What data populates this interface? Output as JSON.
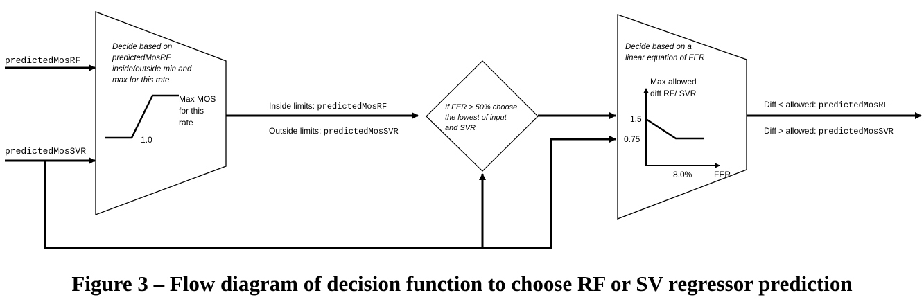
{
  "inputs": {
    "rf": "predictedMosRF",
    "svr": "predictedMosSVR"
  },
  "block1": {
    "lines": [
      "Decide based on",
      "predictedMosRF",
      "inside/outside min and",
      "max for this rate"
    ],
    "graph_label_lines": [
      "Max MOS",
      "for this",
      "rate"
    ],
    "graph_tick": "1.0"
  },
  "link1": {
    "inside_prefix": "Inside limits: ",
    "inside_value": "predictedMosRF",
    "outside_prefix": "Outside limits: ",
    "outside_value": "predictedMosSVR"
  },
  "decision": {
    "lines": [
      "If FER > 50% choose",
      "the lowest of input",
      "and SVR"
    ]
  },
  "block2": {
    "lines": [
      "Decide based on a",
      "linear equation of FER"
    ],
    "graph_ylabel_lines": [
      "Max allowed",
      "diff RF/ SVR"
    ],
    "graph_y_ticks": [
      "1.5",
      "0.75"
    ],
    "graph_x_tick": "8.0%",
    "graph_xlabel": "FER"
  },
  "outputs": {
    "less_prefix": "Diff < allowed: ",
    "less_value": "predictedMosRF",
    "greater_prefix": "Diff > allowed: ",
    "greater_value": "predictedMosSVR"
  },
  "caption": "Figure 3 – Flow diagram of decision function to choose RF or SV regressor prediction"
}
